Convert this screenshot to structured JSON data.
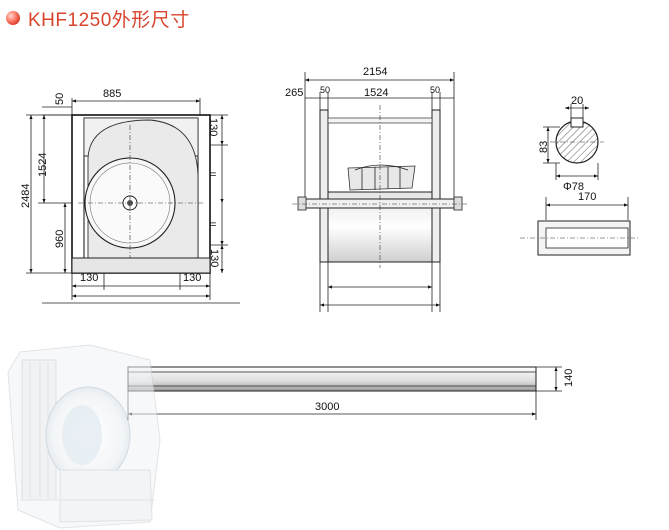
{
  "title": "KHF1250外形尺寸",
  "front_view": {
    "dims": {
      "top_offset": "50",
      "width_top": "885",
      "height_total": "2484",
      "height_mid": "1524",
      "height_low": "960",
      "right_top": "130",
      "right_bottom": "130",
      "bottom_left": "130",
      "bottom_right": "130",
      "eq1": "=",
      "eq2": "="
    }
  },
  "side_view": {
    "dims": {
      "overall": "2154",
      "left_ext": "265",
      "left_small": "50",
      "inner": "1524",
      "right_small": "50"
    }
  },
  "shaft_section": {
    "dims": {
      "key_width": "20",
      "key_depth": "83",
      "diameter": "Φ78"
    }
  },
  "shaft_end": {
    "dims": {
      "length": "170"
    }
  },
  "rail": {
    "dims": {
      "length": "3000",
      "height": "140"
    }
  }
}
